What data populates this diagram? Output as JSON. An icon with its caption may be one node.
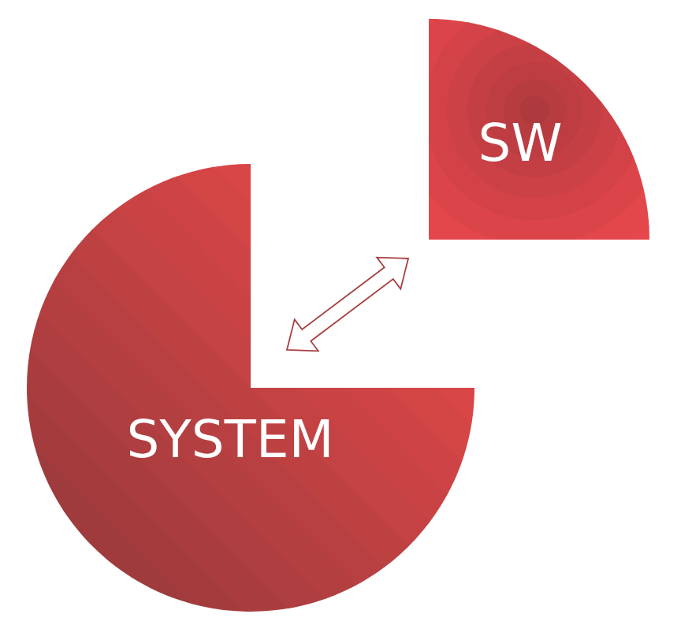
{
  "diagram": {
    "nodes": [
      {
        "text": [
          "SYSTEM"
        ]
      },
      {
        "text": [
          "SW"
        ]
      }
    ],
    "edges": [
      {
        "from": 0,
        "to": 1,
        "arrow": "both"
      }
    ]
  }
}
